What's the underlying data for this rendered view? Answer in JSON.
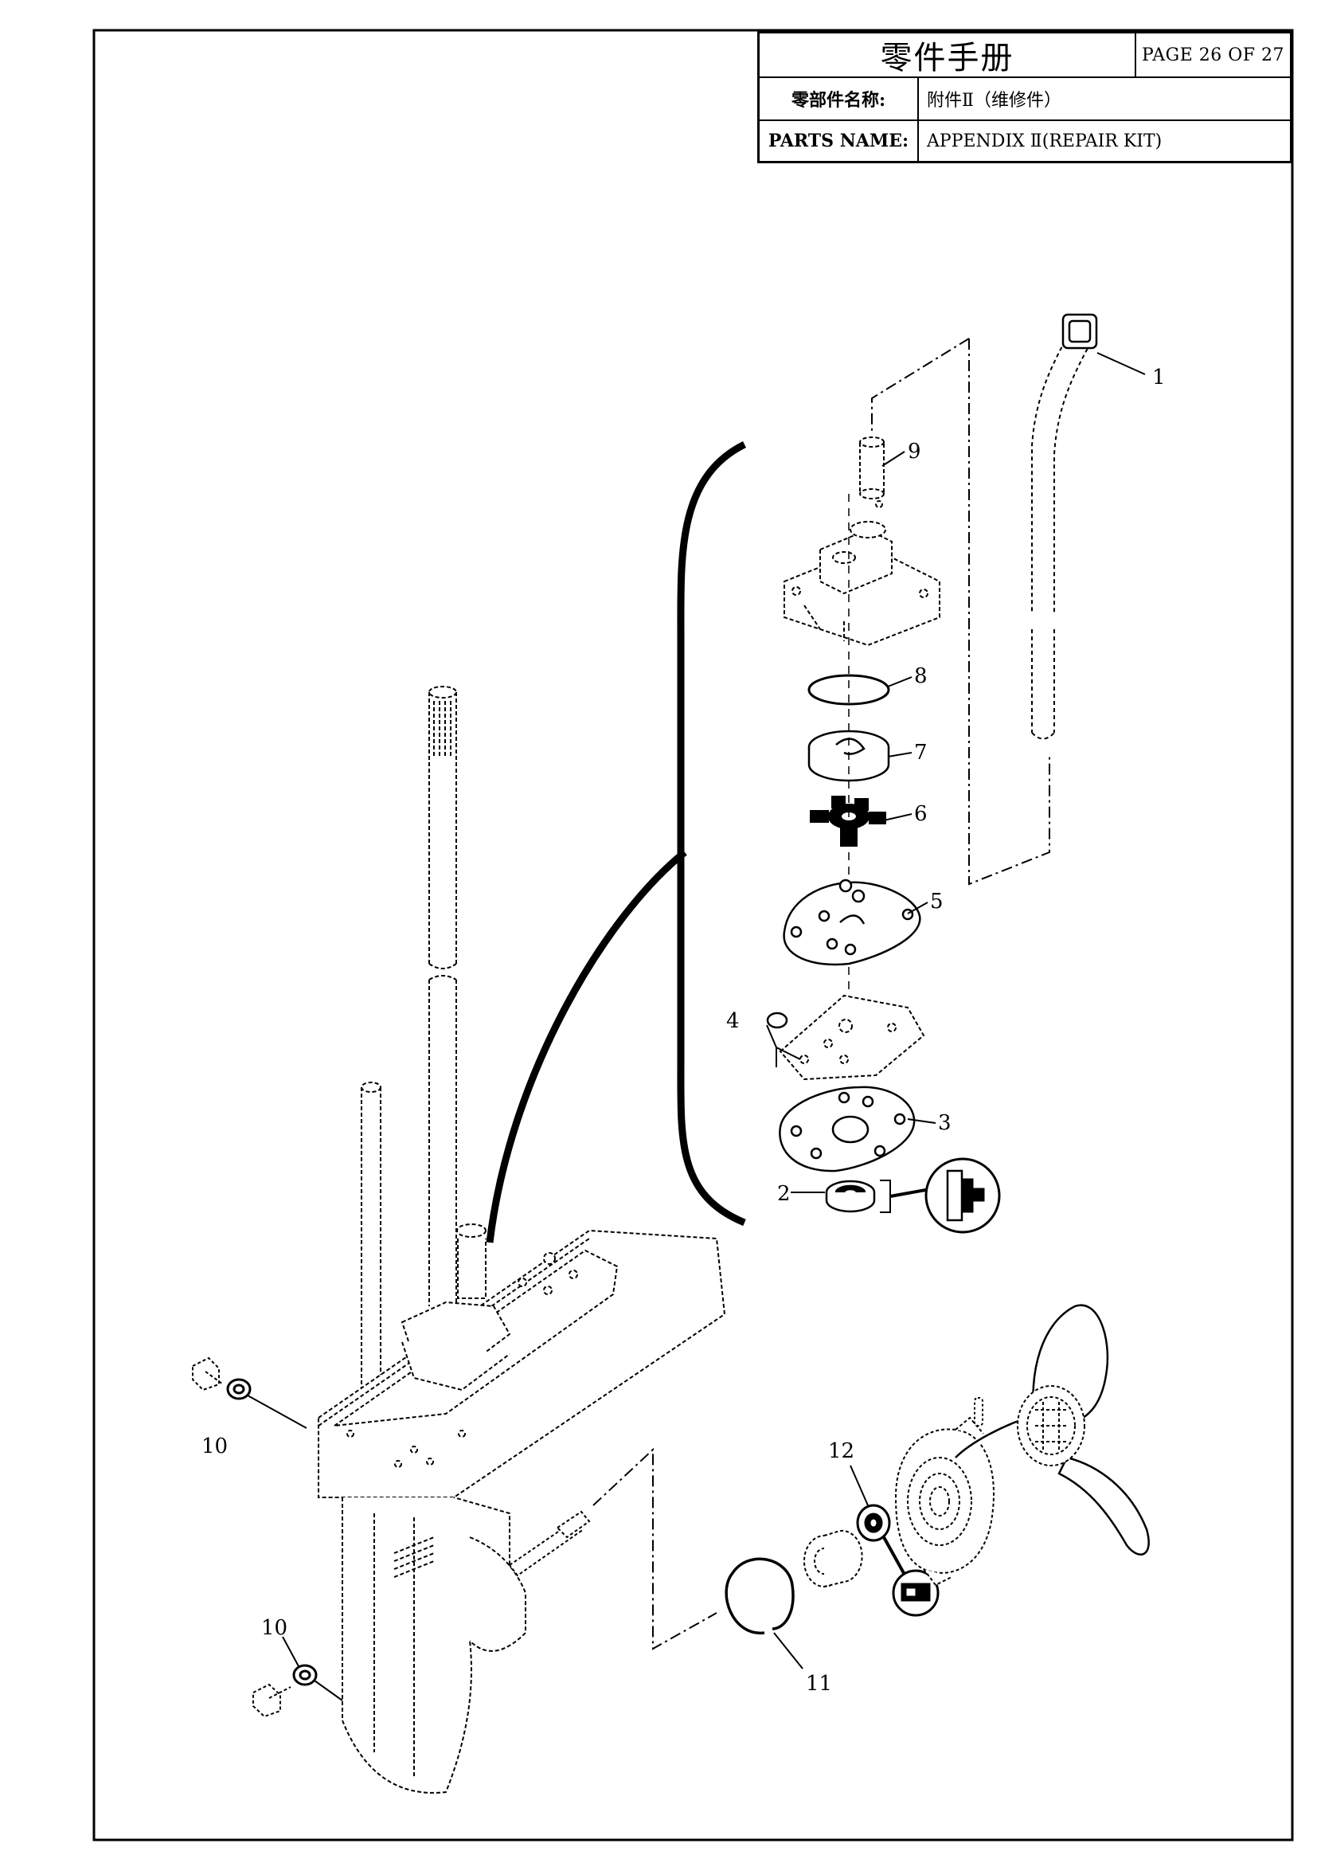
{
  "title_block": {
    "manual_title": "零件手册",
    "page": "PAGE 26 OF 27",
    "cn_name_label": "零部件名称:",
    "cn_name_value": "附件Ⅱ（维修件）",
    "en_name_label": "PARTS NAME:",
    "en_name_value": "APPENDIX Ⅱ(REPAIR KIT)"
  },
  "callouts": {
    "c1": "1",
    "c2": "2",
    "c3": "3",
    "c4": "4",
    "c5": "5",
    "c6": "6",
    "c7": "7",
    "c8": "8",
    "c9": "9",
    "c10a": "10",
    "c10b": "10",
    "c11": "11",
    "c12": "12"
  }
}
